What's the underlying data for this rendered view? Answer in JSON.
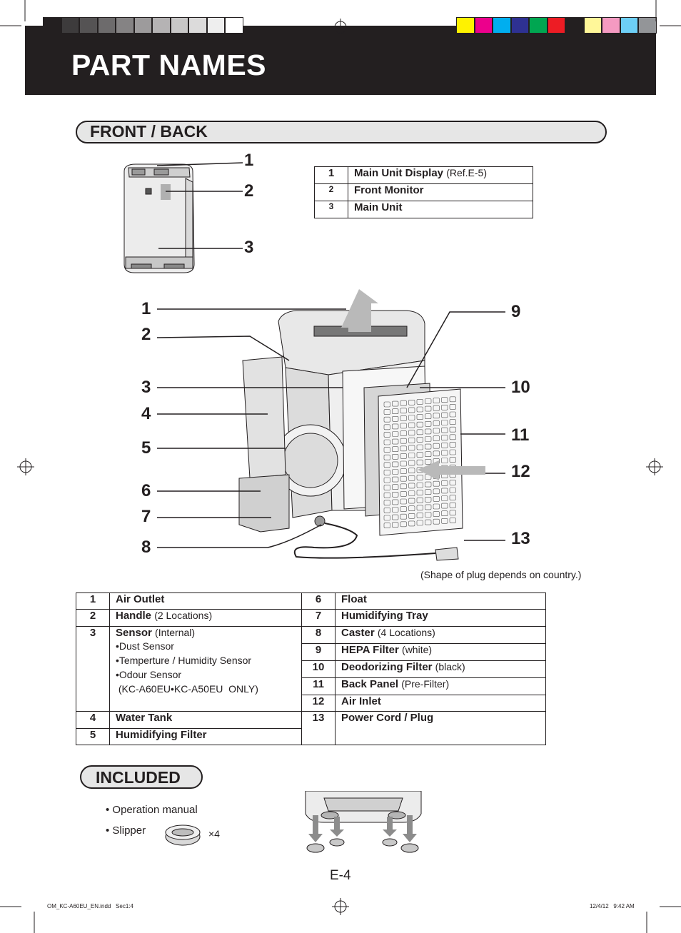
{
  "header": {
    "title": "PART NAMES"
  },
  "colors": {
    "grayscale": [
      "#231f20",
      "#3d3b3c",
      "#555354",
      "#6d6b6c",
      "#858384",
      "#9d9b9c",
      "#b5b3b4",
      "#c8c7c7",
      "#dcdbdb",
      "#eeeeee",
      "#ffffff"
    ],
    "process": [
      "#fff200",
      "#ec008c",
      "#00aeef",
      "#2e3192",
      "#00a651",
      "#ed1c24",
      "#231f20",
      "#fff799",
      "#f49ac1",
      "#6dcff6",
      "#939598"
    ]
  },
  "front_back": {
    "heading": "FRONT / BACK",
    "small_callouts": [
      "1",
      "2",
      "3"
    ],
    "small_table": [
      {
        "num": "1",
        "name": "Main Unit Display",
        "note": "(Ref.E-5)"
      },
      {
        "num": "2",
        "name": "Front Monitor",
        "note": ""
      },
      {
        "num": "3",
        "name": "Main Unit",
        "note": ""
      }
    ],
    "big_callouts_left": [
      "1",
      "2",
      "3",
      "4",
      "5",
      "6",
      "7",
      "8"
    ],
    "big_callouts_right": [
      "9",
      "10",
      "11",
      "12",
      "13"
    ],
    "plug_note": "(Shape of plug depends on country.)"
  },
  "parts_table": {
    "left": [
      {
        "num": "1",
        "name": "Air Outlet",
        "note": ""
      },
      {
        "num": "2",
        "name": "Handle",
        "note": "(2 Locations)"
      },
      {
        "num": "3",
        "name": "Sensor",
        "note": "(Internal)",
        "sub": [
          "•Dust Sensor",
          "•Temperture / Humidity Sensor",
          "•Odour Sensor",
          " (KC-A60EU•KC-A50EU  ONLY)"
        ]
      },
      {
        "num": "4",
        "name": "Water Tank",
        "note": ""
      },
      {
        "num": "5",
        "name": "Humidifying Filter",
        "note": ""
      }
    ],
    "right": [
      {
        "num": "6",
        "name": "Float",
        "note": ""
      },
      {
        "num": "7",
        "name": "Humidifying Tray",
        "note": ""
      },
      {
        "num": "8",
        "name": "Caster",
        "note": "(4 Locations)"
      },
      {
        "num": "9",
        "name": "HEPA Filter",
        "note": "(white)"
      },
      {
        "num": "10",
        "name": "Deodorizing Filter",
        "note": "(black)"
      },
      {
        "num": "11",
        "name": "Back Panel",
        "note": "(Pre-Filter)"
      },
      {
        "num": "12",
        "name": "Air Inlet",
        "note": ""
      },
      {
        "num": "13",
        "name": "Power Cord / Plug",
        "note": ""
      }
    ]
  },
  "included": {
    "heading": "INCLUDED",
    "items": [
      "• Operation manual",
      "• Slipper"
    ],
    "slipper_qty": "×4"
  },
  "footer": {
    "page_number": "E-4",
    "file_info": "OM_KC-A60EU_EN.indd   Sec1:4",
    "timestamp": "12/4/12   9:42 AM"
  }
}
